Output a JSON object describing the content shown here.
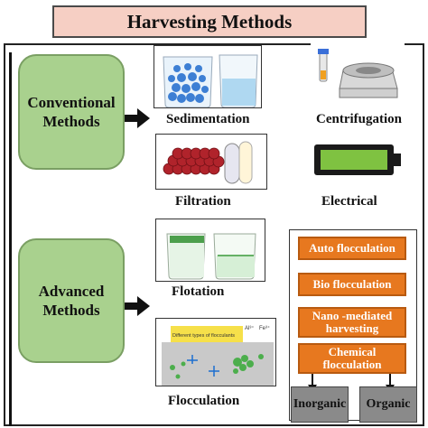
{
  "title": "Harvesting Methods",
  "conventional": {
    "label_line1": "Conventional",
    "label_line2": "Methods",
    "methods": [
      "Sedimentation",
      "Centrifugation",
      "Filtration",
      "Electrical"
    ]
  },
  "advanced": {
    "label_line1": "Advanced",
    "label_line2": "Methods",
    "methods": [
      "Flotation",
      "Flocculation"
    ],
    "floc_image_text": "Different types of flocculants",
    "floc_ions": [
      "Al³⁺",
      "Fe³⁺"
    ]
  },
  "flocculation_types": [
    "Auto flocculation",
    "Bio flocculation",
    "Nano -mediated harvesting",
    "Chemical flocculation"
  ],
  "chemical_subtypes": [
    "Inorganic",
    "Organic"
  ],
  "colors": {
    "title_bg": "#f6cfc4",
    "green_box": "#a9d18e",
    "orange_box": "#e7781f",
    "gray_box": "#8a8a8a"
  }
}
